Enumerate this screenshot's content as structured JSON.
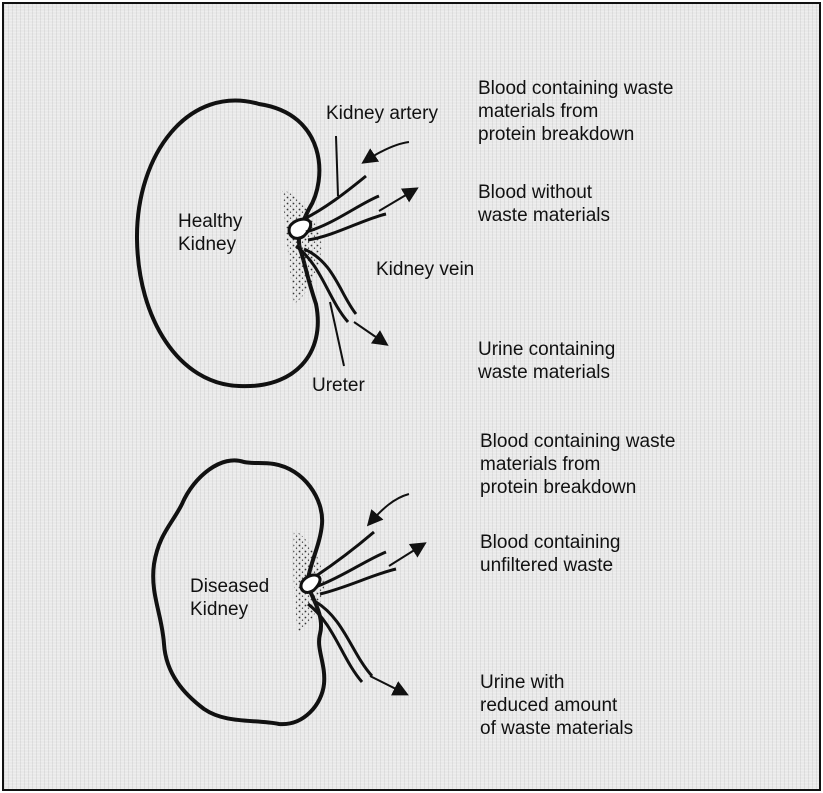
{
  "healthy": {
    "kidney_label": [
      "Healthy",
      "Kidney"
    ],
    "artery_label": "Kidney artery",
    "vein_label": "Kidney vein",
    "ureter_label": "Ureter",
    "blood_in": [
      "Blood containing waste",
      "materials from",
      "protein breakdown"
    ],
    "blood_out": [
      "Blood without",
      "waste materials"
    ],
    "urine": [
      "Urine containing",
      "waste materials"
    ]
  },
  "diseased": {
    "kidney_label": [
      "Diseased",
      "Kidney"
    ],
    "blood_in": [
      "Blood containing waste",
      "materials from",
      "protein breakdown"
    ],
    "blood_out": [
      "Blood containing",
      "unfiltered waste"
    ],
    "urine": [
      "Urine with",
      "reduced amount",
      "of waste materials"
    ]
  },
  "colors": {
    "ink": "#111111",
    "background": "#e9e9e9"
  }
}
